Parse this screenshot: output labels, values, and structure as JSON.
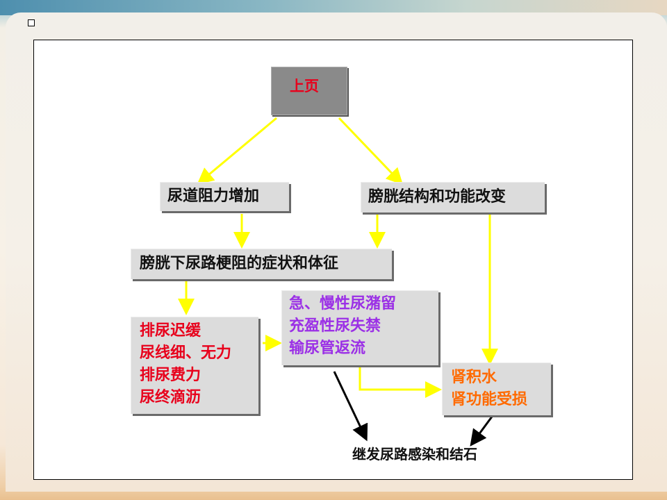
{
  "diagram": {
    "top": "上页",
    "urethral_resistance": "尿道阻力增加",
    "bladder_change": "膀胱结构和功能改变",
    "symptoms": "膀胱下尿路梗阻的症状和体征",
    "voiding": [
      "排尿迟缓",
      "尿线细、无力",
      "排尿费力",
      "尿终滴沥"
    ],
    "retention": [
      "急、慢性尿潴留",
      "充盈性尿失禁",
      "输尿管返流"
    ],
    "kidney": [
      "肾积水",
      "肾功能受损"
    ],
    "secondary": "继发尿路感染和结石"
  },
  "colors": {
    "arrow_yellow": "#ffff00",
    "arrow_black": "#000000",
    "node_fill": "#dcdcdc",
    "top_fill": "#8a8a8a"
  }
}
